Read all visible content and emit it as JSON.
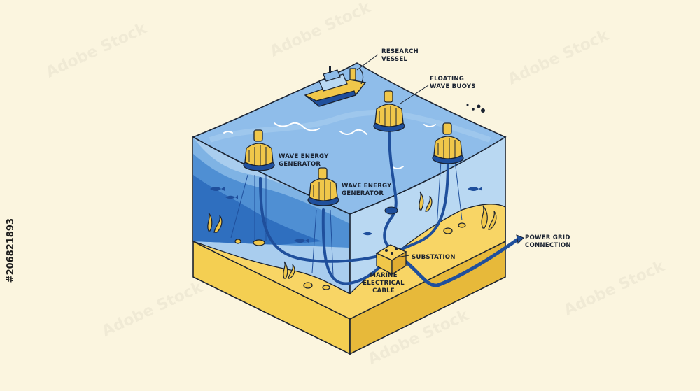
{
  "stock_id": "#206821893",
  "watermark": "Adobe Stock",
  "labels": {
    "research_vessel": [
      "RESEARCH",
      "VESSEL"
    ],
    "floating_buoys": [
      "FLOATING",
      "WAVE BUOYS"
    ],
    "generator_left": [
      "WAVE ENERGY",
      "GENERATOR"
    ],
    "generator_center": [
      "WAVE ENERGY",
      "GENERATOR"
    ],
    "substation": "SUBSTATION",
    "marine_cable": [
      "MARINE",
      "ELECTRICAL",
      "CABLE"
    ],
    "power_grid": [
      "POWER GRID",
      "CONNECTION"
    ]
  },
  "colors": {
    "background": "#fbf5df",
    "water_light": "#a9cdee",
    "water_mid": "#6fa8de",
    "water_deep": "#2f6fbf",
    "sand": "#f4cf52",
    "sand_side": "#e7b93a",
    "cable": "#1f4f9c",
    "buoy": "#f0c74a",
    "outline": "#1a2230"
  }
}
